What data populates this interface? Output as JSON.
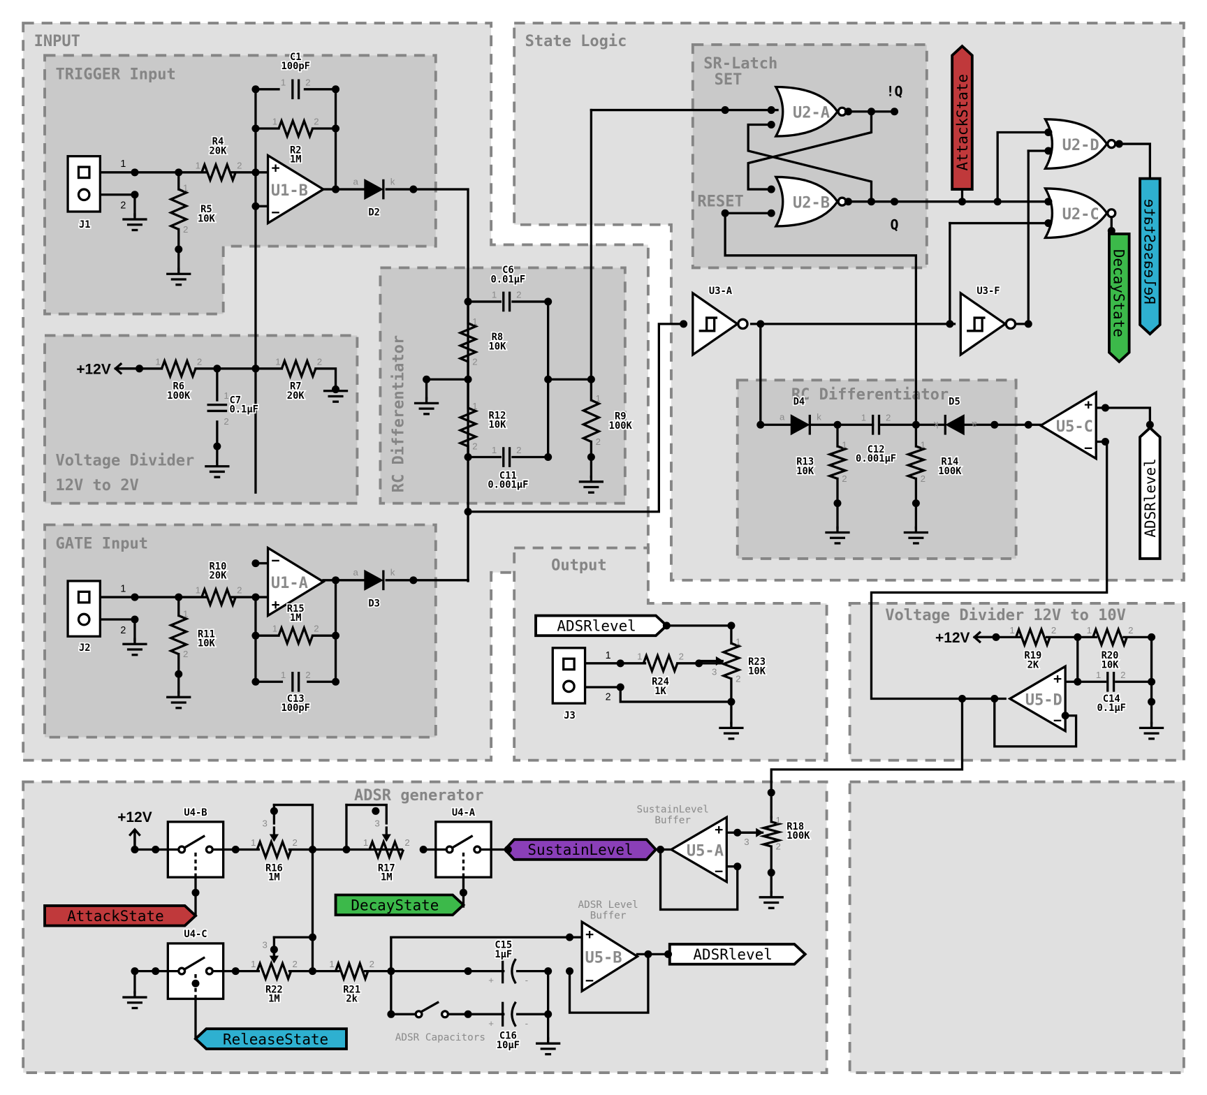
{
  "regions": {
    "input": "INPUT",
    "trigger_input": "TRIGGER Input",
    "voltage_divider_2v_line1": "Voltage Divider",
    "voltage_divider_2v_line2": "12V to 2V",
    "gate_input": "GATE Input",
    "rc_diff_left": "RC Differentiator",
    "state_logic": "State Logic",
    "sr_latch": "SR-Latch",
    "sr_set": "SET",
    "sr_reset": "RESET",
    "rc_diff_right": "RC Differentiator",
    "output": "Output",
    "voltage_divider_10v": "Voltage Divider 12V to 10V",
    "adsr_generator": "ADSR generator"
  },
  "components": {
    "C1": {
      "ref": "C1",
      "value": "100pF"
    },
    "R2": {
      "ref": "R2",
      "value": "1M"
    },
    "R4": {
      "ref": "R4",
      "value": "20K"
    },
    "R5": {
      "ref": "R5",
      "value": "10K"
    },
    "J1": {
      "ref": "J1",
      "value": ""
    },
    "D2": {
      "ref": "D2",
      "value": ""
    },
    "U1B": {
      "ref": "U1-B",
      "value": ""
    },
    "R6": {
      "ref": "R6",
      "value": "100K"
    },
    "R7": {
      "ref": "R7",
      "value": "20K"
    },
    "C7": {
      "ref": "C7",
      "value": "0.1µF"
    },
    "R10": {
      "ref": "R10",
      "value": "20K"
    },
    "R11": {
      "ref": "R11",
      "value": "10K"
    },
    "R15": {
      "ref": "R15",
      "value": "1M"
    },
    "C13": {
      "ref": "C13",
      "value": "100pF"
    },
    "J2": {
      "ref": "J2",
      "value": ""
    },
    "D3": {
      "ref": "D3",
      "value": ""
    },
    "U1A": {
      "ref": "U1-A",
      "value": ""
    },
    "C6": {
      "ref": "C6",
      "value": "0.01µF"
    },
    "R8": {
      "ref": "R8",
      "value": "10K"
    },
    "R12": {
      "ref": "R12",
      "value": "10K"
    },
    "C11": {
      "ref": "C11",
      "value": "0.001µF"
    },
    "R9": {
      "ref": "R9",
      "value": "100K"
    },
    "U2A": {
      "ref": "U2-A",
      "value": ""
    },
    "U2B": {
      "ref": "U2-B",
      "value": ""
    },
    "U2C": {
      "ref": "U2-C",
      "value": ""
    },
    "U2D": {
      "ref": "U2-D",
      "value": ""
    },
    "U3A": {
      "ref": "U3-A",
      "value": ""
    },
    "U3F": {
      "ref": "U3-F",
      "value": ""
    },
    "D4": {
      "ref": "D4",
      "value": ""
    },
    "D5": {
      "ref": "D5",
      "value": ""
    },
    "C12": {
      "ref": "C12",
      "value": "0.001µF"
    },
    "R13": {
      "ref": "R13",
      "value": "10K"
    },
    "R14": {
      "ref": "R14",
      "value": "100K"
    },
    "U5C": {
      "ref": "U5-C",
      "value": ""
    },
    "J3": {
      "ref": "J3",
      "value": ""
    },
    "R24": {
      "ref": "R24",
      "value": "1K"
    },
    "R23": {
      "ref": "R23",
      "value": "10K"
    },
    "R19": {
      "ref": "R19",
      "value": "2K"
    },
    "R20": {
      "ref": "R20",
      "value": "10K"
    },
    "C14": {
      "ref": "C14",
      "value": "0.1µF"
    },
    "U5D": {
      "ref": "U5-D",
      "value": ""
    },
    "U4B": {
      "ref": "U4-B",
      "value": ""
    },
    "U4A": {
      "ref": "U4-A",
      "value": ""
    },
    "U4C": {
      "ref": "U4-C",
      "value": ""
    },
    "R16": {
      "ref": "R16",
      "value": "1M"
    },
    "R17": {
      "ref": "R17",
      "value": "1M"
    },
    "R22": {
      "ref": "R22",
      "value": "1M"
    },
    "R21": {
      "ref": "R21",
      "value": "2k"
    },
    "C15": {
      "ref": "C15",
      "value": "1µF"
    },
    "C16": {
      "ref": "C16",
      "value": "10µF"
    },
    "U5A": {
      "ref": "U5-A",
      "value": ""
    },
    "U5B": {
      "ref": "U5-B",
      "value": ""
    },
    "R18": {
      "ref": "R18",
      "value": "100K"
    }
  },
  "power": {
    "plus12v": "+12V"
  },
  "latch_outputs": {
    "not_q": "!Q",
    "q": "Q"
  },
  "notes": {
    "sustain_buffer_line1": "SustainLevel",
    "sustain_buffer_line2": "Buffer",
    "adsr_buffer_line1": "ADSR Level",
    "adsr_buffer_line2": "Buffer",
    "adsr_capacitors": "ADSR Capacitors"
  },
  "net_labels": {
    "attack_state": {
      "text": "AttackState",
      "color": "#c0393b"
    },
    "decay_state": {
      "text": "DecayState",
      "color": "#3cb94a"
    },
    "release_state": {
      "text": "ReleaseState",
      "color": "#2eb0d0"
    },
    "sustain_level": {
      "text": "SustainLevel",
      "color": "#8a3fb8"
    },
    "adsr_level": {
      "text": "ADSRlevel",
      "color": "#ffffff"
    }
  },
  "colors": {
    "region_outer": "#e0e0e0",
    "region_inner": "#c9c9c9",
    "region_border": "#858585",
    "wire": "#000000"
  }
}
